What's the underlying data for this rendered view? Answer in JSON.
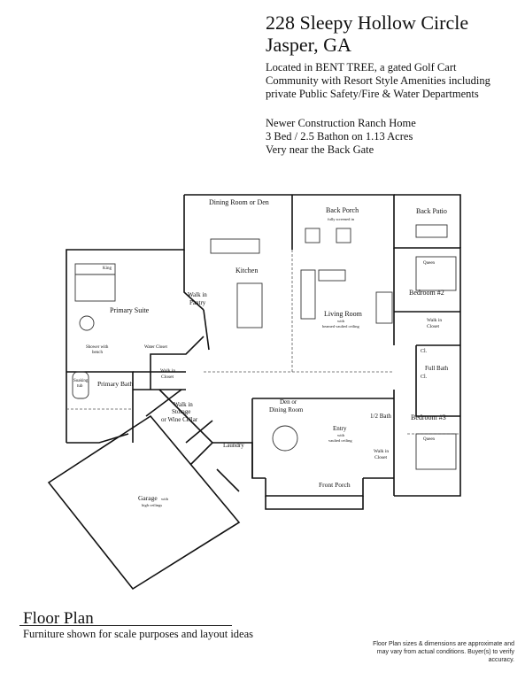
{
  "header": {
    "address_line1": "228 Sleepy Hollow Circle",
    "address_line2": "Jasper, GA",
    "desc_lines": [
      "Located in BENT TREE, a gated Golf Cart",
      "Community with Resort Style Amenities including",
      "private Public Safety/Fire & Water Departments"
    ],
    "feature_lines": [
      "Newer Construction Ranch Home",
      "3 Bed / 2.5 Bathon on 1.13 Acres",
      "Very near the Back Gate"
    ]
  },
  "rooms": {
    "dining_top": "Dining Room or Den",
    "back_porch": "Back Porch",
    "back_porch_note": "fully screened in",
    "back_patio": "Back Patio",
    "king": "King",
    "kitchen": "Kitchen",
    "walk_in_pantry_1": "Walk in",
    "walk_in_pantry_2": "Pantry",
    "primary_suite": "Primary Suite",
    "queen_2": "Queen",
    "bedroom_2": "Bedroom #2",
    "living_room": "Living Room",
    "living_room_note1": "with",
    "living_room_note2": "beamed vaulted ceiling",
    "shower_1": "Shower with",
    "shower_2": "bench",
    "water_closet": "Water Closet",
    "walk_in_closet_b2_1": "Walk in",
    "walk_in_closet_b2_2": "Closet",
    "cl_a": "Cl.",
    "full_bath": "Full Bath",
    "cl_b": "Cl.",
    "soaking_tub_1": "Soaking",
    "soaking_tub_2": "tub",
    "primary_bath": "Primary Bath",
    "walk_in_closet_p_1": "Walk in",
    "walk_in_closet_p_2": "Closet",
    "walk_in_storage_1": "Walk in",
    "walk_in_storage_2": "Storage",
    "walk_in_storage_3": "or Wine Cellar",
    "den_1": "Den or",
    "den_2": "Dining Room",
    "entry": "Entry",
    "entry_note1": "with",
    "entry_note2": "vaulted ceiling",
    "half_bath": "1/2 Bath",
    "bedroom_3": "Bedroom #3",
    "walk_in_closet_pw_1": "Walk in",
    "walk_in_closet_pw_2": "Closet",
    "laundry": "Laundry",
    "queen_3": "Queen",
    "front_porch": "Front Porch",
    "garage": "Garage",
    "garage_note1": "with",
    "garage_note2": "high ceilings"
  },
  "footer": {
    "title": "Floor Plan",
    "subtitle": "Furniture shown for scale purposes and layout ideas",
    "disclaimer": "Floor Plan sizes & dimensions are approximate and may vary from actual conditions. Buyer(s) to verify accuracy."
  }
}
